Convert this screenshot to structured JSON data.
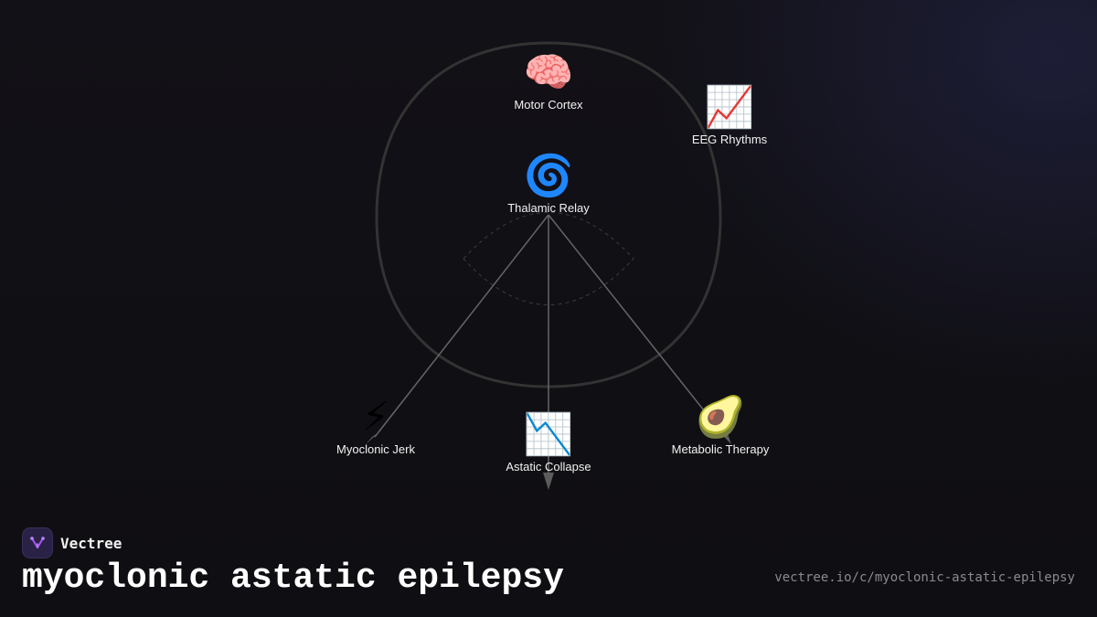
{
  "diagram": {
    "nodes": [
      {
        "id": "motor-cortex",
        "icon": "🧠",
        "icon_name": "brain-icon",
        "label": "Motor Cortex"
      },
      {
        "id": "eeg-rhythms",
        "icon": "📈",
        "icon_name": "chart-increasing-icon",
        "label": "EEG Rhythms"
      },
      {
        "id": "thalamic-relay",
        "icon": "🌀",
        "icon_name": "cyclone-icon",
        "label": "Thalamic Relay"
      },
      {
        "id": "myoclonic-jerk",
        "icon": "⚡",
        "icon_name": "lightning-icon",
        "label": "Myoclonic Jerk"
      },
      {
        "id": "astatic-collapse",
        "icon": "📉",
        "icon_name": "chart-decreasing-icon",
        "label": "Astatic Collapse"
      },
      {
        "id": "metabolic-therapy",
        "icon": "🥑",
        "icon_name": "avocado-icon",
        "label": "Metabolic Therapy"
      }
    ],
    "edges": [
      {
        "from": "thalamic-relay",
        "to": "myoclonic-jerk"
      },
      {
        "from": "thalamic-relay",
        "to": "astatic-collapse"
      },
      {
        "from": "thalamic-relay",
        "to": "metabolic-therapy"
      }
    ]
  },
  "brand": {
    "name": "Vectree",
    "logo_icon": "vectree-logo-icon"
  },
  "page": {
    "title": "myoclonic astatic epilepsy",
    "url": "vectree.io/c/myoclonic-astatic-epilepsy"
  },
  "colors": {
    "background": "#111015",
    "outline": "#333333",
    "edge": "#666666",
    "label": "#f2f2f2",
    "accent": "#a855f7"
  }
}
